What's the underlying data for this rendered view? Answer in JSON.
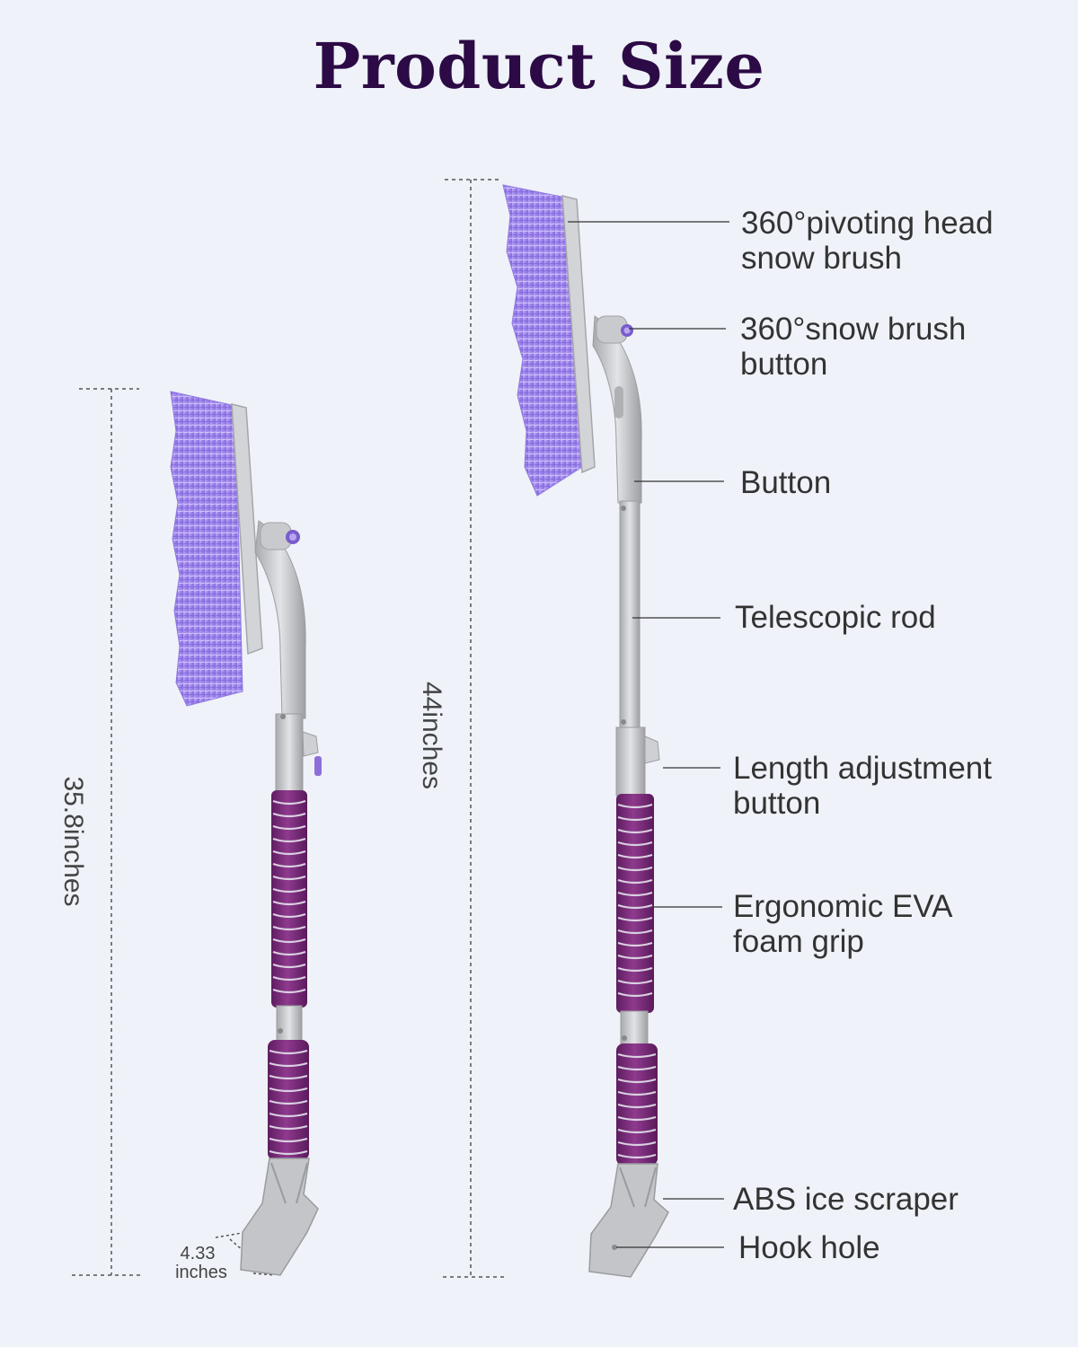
{
  "title": "Product Size",
  "dimensions": {
    "short_length": "35.8inches",
    "long_length": "44inches",
    "scraper_width_value": "4.33",
    "scraper_width_unit": "inches"
  },
  "labels": [
    {
      "id": "pivoting-head",
      "text": "360°pivoting head\nsnow brush"
    },
    {
      "id": "brush-button",
      "text": "360°snow brush\nbutton"
    },
    {
      "id": "button",
      "text": "Button"
    },
    {
      "id": "telescopic-rod",
      "text": "Telescopic rod"
    },
    {
      "id": "length-adjust",
      "text": "Length adjustment\nbutton"
    },
    {
      "id": "grip",
      "text": "Ergonomic EVA\nfoam grip"
    },
    {
      "id": "scraper",
      "text": "ABS ice scraper"
    },
    {
      "id": "hook-hole",
      "text": "Hook hole"
    }
  ],
  "colors": {
    "background": "#eff2f8",
    "title": "#2c0a45",
    "bristles": "#a98ef0",
    "grip": "#7d2b7d",
    "rod": "#c8c9cc"
  }
}
